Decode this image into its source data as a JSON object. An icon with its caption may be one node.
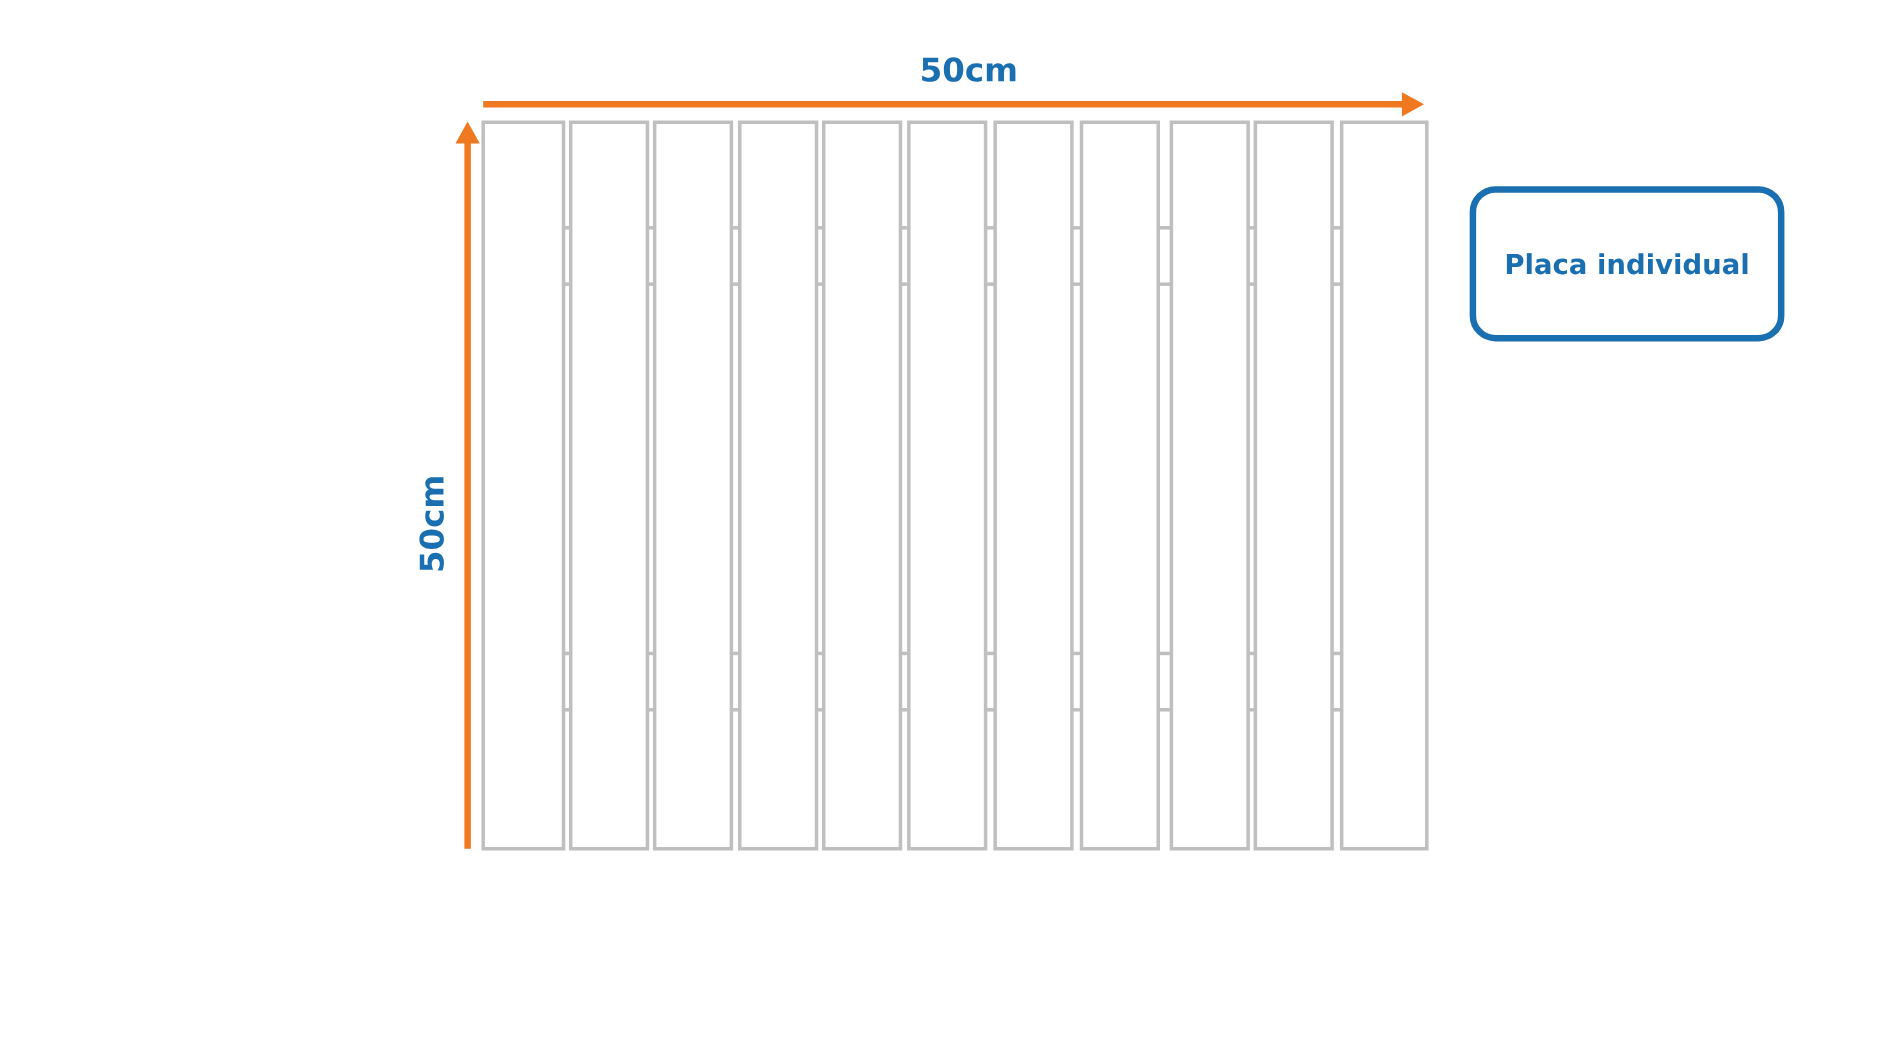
{
  "diagram": {
    "nodes": [
      {
        "text": [
          "Placa individual"
        ]
      }
    ],
    "labels": [
      "50cm",
      "50cm"
    ]
  }
}
